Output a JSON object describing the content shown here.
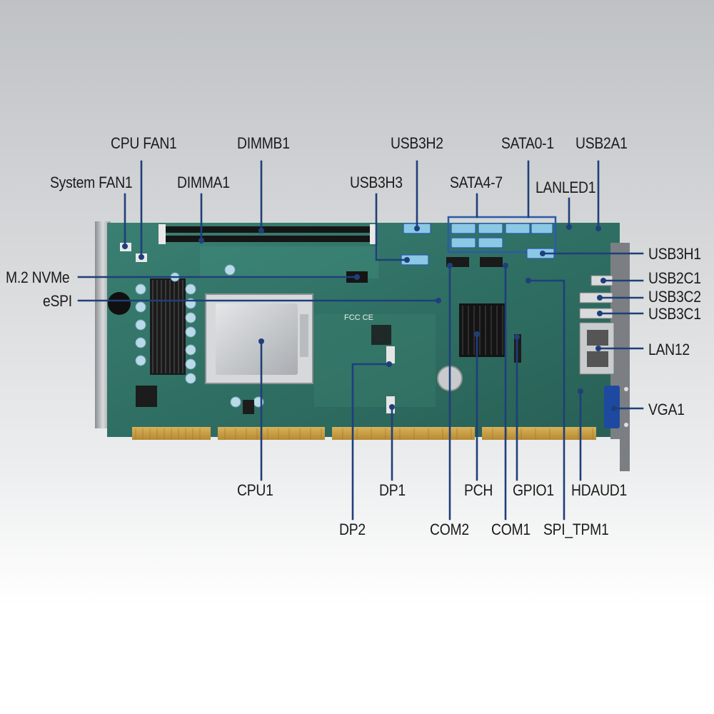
{
  "labels": {
    "system_fan1": "System FAN1",
    "cpu_fan1": "CPU FAN1",
    "dimma1": "DIMMA1",
    "dimmb1": "DIMMB1",
    "usb3h3": "USB3H3",
    "usb3h2": "USB3H2",
    "sata4_7": "SATA4-7",
    "sata0_1": "SATA0-1",
    "lanled1": "LANLED1",
    "usb2a1": "USB2A1",
    "m2_nvme": "M.2 NVMe",
    "espi": "eSPI",
    "usb3h1": "USB3H1",
    "usb2c1": "USB2C1",
    "usb3c2": "USB3C2",
    "usb3c1": "USB3C1",
    "lan12": "LAN12",
    "vga1": "VGA1",
    "cpu1": "CPU1",
    "dp1": "DP1",
    "pch": "PCH",
    "gpio1": "GPIO1",
    "hdaud1": "HDAUD1",
    "dp2": "DP2",
    "com2": "COM2",
    "com1": "COM1",
    "spi_tpm1": "SPI_TPM1",
    "board_marks": "FCC CE"
  },
  "colors": {
    "pcb": "#2f6f63",
    "pcb_light": "#3f8a7a",
    "leader": "#1f3f7a",
    "highlight_box": "#2b5aa8",
    "connector_blue": "#8ac8e6"
  }
}
